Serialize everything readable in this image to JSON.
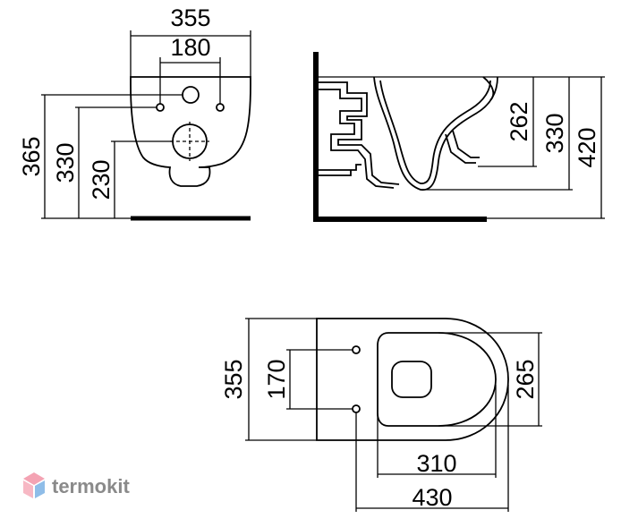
{
  "front_view": {
    "width_overall": "355",
    "bolt_spacing": "180",
    "height_total": "365",
    "height_bolts": "330",
    "height_outlet": "230"
  },
  "side_view": {
    "height_inlet": "262",
    "height_bolts": "330",
    "height_total": "420"
  },
  "top_view": {
    "width_overall": "355",
    "bolt_spacing": "170",
    "bowl_width": "265",
    "bowl_length": "310",
    "total_length": "430"
  },
  "watermark": {
    "brand": "termokit",
    "colors": {
      "pink": "#f4a3b3",
      "blue": "#8fbde8",
      "gray": "#8a8a8a"
    }
  }
}
